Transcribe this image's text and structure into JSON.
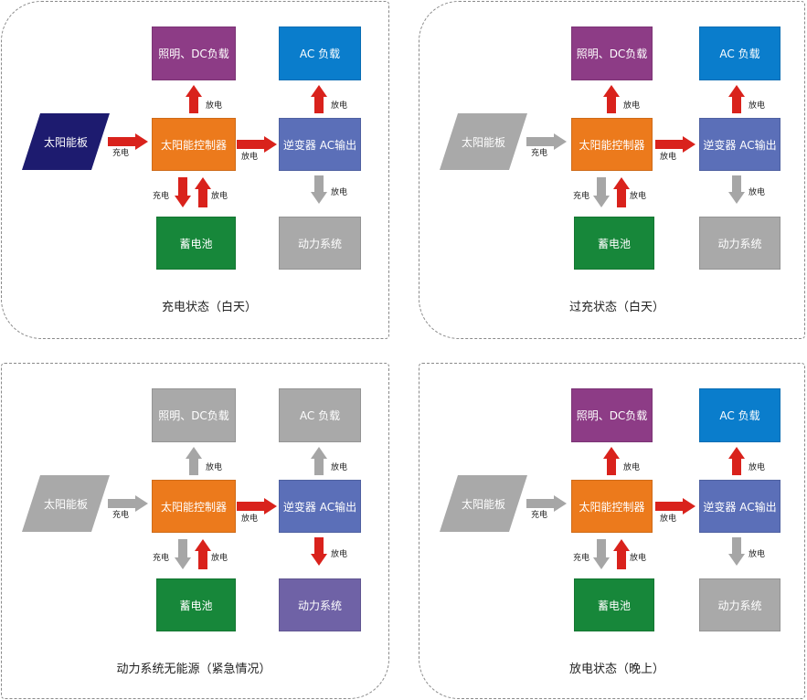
{
  "colors": {
    "purple": "#8d3c86",
    "blue": "#0a7dcc",
    "orange": "#ec7a1c",
    "slate": "#5b6fb8",
    "green": "#17873a",
    "gray": "#a9a9a9",
    "navy": "#1d1b6f",
    "violet": "#6f62a6",
    "red_arrow": "#d9221c",
    "gray_arrow": "#a6a6a6"
  },
  "panels": [
    {
      "title": "充电状态（白天）",
      "solar_panel": "太阳能板",
      "lighting_dc_load": "照明、DC负载",
      "ac_load": "AC 负载",
      "controller": "太阳能控制器",
      "inverter": "逆变器 AC输出",
      "battery": "蓄电池",
      "power_system": "动力系统",
      "labels": {
        "solar_to_ctrl": "充电",
        "ctrl_up": "放电",
        "ctrl_to_inv": "放电",
        "inv_up": "放电",
        "inv_down": "放电",
        "ctrl_down": "充电",
        "batt_up": "放电"
      }
    },
    {
      "title": "过充状态（白天）",
      "solar_panel": "太阳能板",
      "lighting_dc_load": "照明、DC负载",
      "ac_load": "AC 负载",
      "controller": "太阳能控制器",
      "inverter": "逆变器 AC输出",
      "battery": "蓄电池",
      "power_system": "动力系统",
      "labels": {
        "solar_to_ctrl": "充电",
        "ctrl_up": "放电",
        "ctrl_to_inv": "放电",
        "inv_up": "放电",
        "inv_down": "放电",
        "ctrl_down": "充电",
        "batt_up": "放电"
      }
    },
    {
      "title": "动力系统无能源（紧急情况）",
      "solar_panel": "太阳能板",
      "lighting_dc_load": "照明、DC负载",
      "ac_load": "AC 负载",
      "controller": "太阳能控制器",
      "inverter": "逆变器 AC输出",
      "battery": "蓄电池",
      "power_system": "动力系统",
      "labels": {
        "solar_to_ctrl": "充电",
        "ctrl_up": "放电",
        "ctrl_to_inv": "放电",
        "inv_up": "放电",
        "inv_down": "放电",
        "ctrl_down": "充电",
        "batt_up": "放电"
      }
    },
    {
      "title": "放电状态（晚上）",
      "solar_panel": "太阳能板",
      "lighting_dc_load": "照明、DC负载",
      "ac_load": "AC 负载",
      "controller": "太阳能控制器",
      "inverter": "逆变器 AC输出",
      "battery": "蓄电池",
      "power_system": "动力系统",
      "labels": {
        "solar_to_ctrl": "充电",
        "ctrl_up": "放电",
        "ctrl_to_inv": "放电",
        "inv_up": "放电",
        "inv_down": "放电",
        "ctrl_down": "充电",
        "batt_up": "放电"
      }
    }
  ]
}
